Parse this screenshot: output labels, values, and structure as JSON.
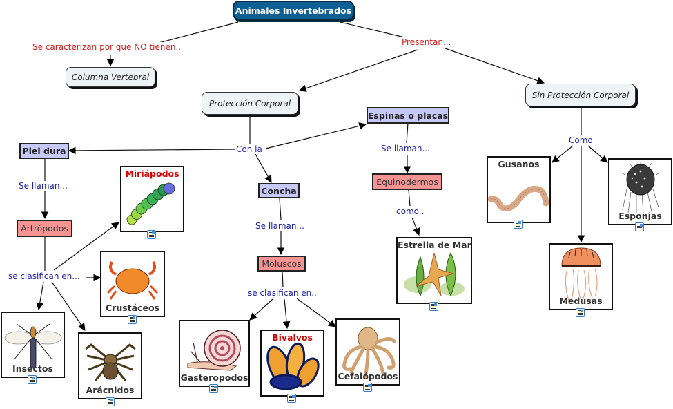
{
  "colors": {
    "root_bg": "#0e5f94",
    "concept_blue": "#c6c8f8",
    "concept_pink": "#f69494",
    "concept_oval": "#eef3f5",
    "link_label_red": "#cc2222",
    "link_label_blue": "#2222aa",
    "image_title_red": "#d40000"
  },
  "concepts": {
    "root": "Animales Invertebrados",
    "columna": "Columna Vertebral",
    "proteccion": "Protección Corporal",
    "sin_proteccion": "Sin Protección Corporal",
    "piel_dura": "Piel dura",
    "espinas": "Espinas o placas",
    "concha": "Concha",
    "artropodos": "Artrópodos",
    "moluscos": "Moluscos",
    "equinodermos": "Equinodermos"
  },
  "link_labels": {
    "caracterizan": "Se caracterizan por que NO tienen..",
    "presentan": "Presentan...",
    "con_la": "Con la",
    "se_llaman_piel": "Se llaman...",
    "se_llaman_espinas": "Se llaman...",
    "se_llaman_concha": "Se llaman...",
    "clasifican_artro": "se clasifican en...",
    "clasifican_molus": "se clasifican en..",
    "como_equino": "como..",
    "como_sin": "Como"
  },
  "image_nodes": {
    "miriapodos": {
      "title": "Miriápodos",
      "art": "millipede-image",
      "resource": "resource-icon"
    },
    "crustaceos": {
      "title": "Crustáceos",
      "art": "crab-image",
      "resource": "resource-icon"
    },
    "insectos": {
      "title": "Insectos",
      "art": "mosquito-image",
      "resource": "resource-icon"
    },
    "aracnidos": {
      "title": "Arácnidos",
      "art": "spider-image",
      "resource": "resource-icon"
    },
    "gasteropodos": {
      "title": "Gasteropodos",
      "art": "snail-image",
      "resource": "resource-icon"
    },
    "bivalvos": {
      "title": "Bivalvos",
      "art": "mussels-image",
      "resource": "resource-icon"
    },
    "cefalopodos": {
      "title": "Cefalópodos",
      "art": "octopus-image",
      "resource": "resource-icon"
    },
    "estrella": {
      "title": "Estrella de Mar",
      "art": "starfish-image",
      "resource": "resource-icon"
    },
    "gusanos": {
      "title": "Gusanos",
      "art": "worm-image",
      "resource": "resource-icon"
    },
    "esponjas": {
      "title": "Esponjas",
      "art": "sponge-image",
      "resource": "resource-icon"
    },
    "medusas": {
      "title": "Medusas",
      "art": "jellyfish-image",
      "resource": "resource-icon"
    }
  }
}
